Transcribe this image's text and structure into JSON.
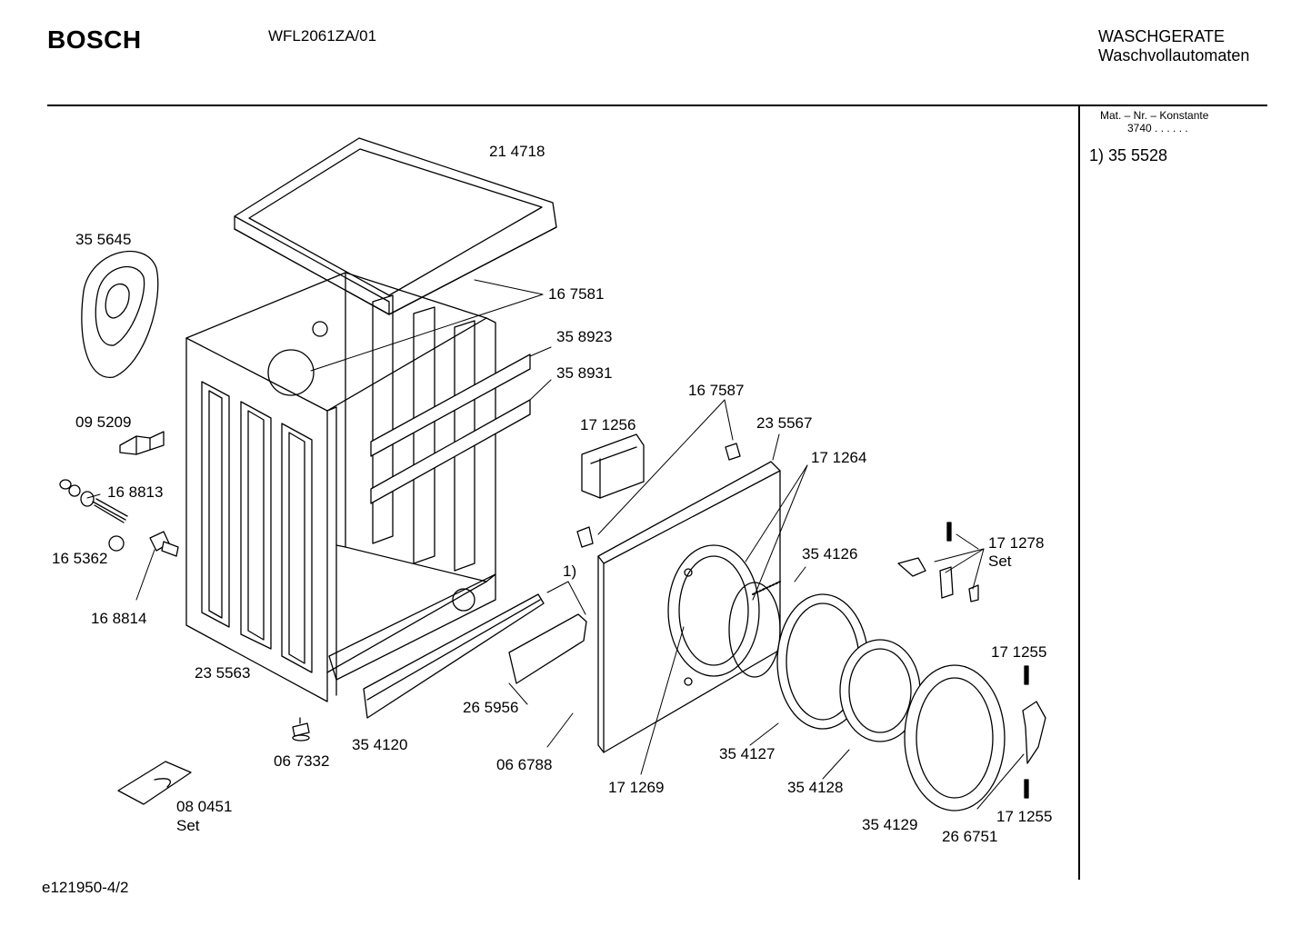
{
  "header": {
    "brand": "BOSCH",
    "model": "WFL2061ZA/01",
    "category_line1": "WASCHGERATE",
    "category_line2": "Waschvollautomaten"
  },
  "sidebar": {
    "mat_line1": "Mat. – Nr. – Konstante",
    "mat_line2": "3740  .  .  .  .  .  .",
    "note": "1)  35 5528"
  },
  "footer": {
    "code": "e121950-4/2"
  },
  "parts": [
    {
      "id": "p214718",
      "label": "21 4718"
    },
    {
      "id": "p355645",
      "label": "35 5645"
    },
    {
      "id": "p167581",
      "label": "16 7581"
    },
    {
      "id": "p358923",
      "label": "35 8923"
    },
    {
      "id": "p358931",
      "label": "35 8931"
    },
    {
      "id": "p095209",
      "label": "09 5209"
    },
    {
      "id": "p167587",
      "label": "16 7587"
    },
    {
      "id": "p171256",
      "label": "17 1256"
    },
    {
      "id": "p235567",
      "label": "23 5567"
    },
    {
      "id": "p171264",
      "label": "17 1264"
    },
    {
      "id": "p168813",
      "label": "16 8813"
    },
    {
      "id": "p165362",
      "label": "16 5362"
    },
    {
      "id": "p168814",
      "label": "16 8814"
    },
    {
      "id": "pnote1",
      "label": "1)"
    },
    {
      "id": "p354126",
      "label": "35 4126"
    },
    {
      "id": "p171278",
      "label": "17 1278"
    },
    {
      "id": "pset1",
      "label": "Set"
    },
    {
      "id": "p171255a",
      "label": "17 1255"
    },
    {
      "id": "p235563",
      "label": "23 5563"
    },
    {
      "id": "p265956",
      "label": "26 5956"
    },
    {
      "id": "p354120",
      "label": "35 4120"
    },
    {
      "id": "p067332",
      "label": "06 7332"
    },
    {
      "id": "p066788",
      "label": "06 6788"
    },
    {
      "id": "p354127",
      "label": "35 4127"
    },
    {
      "id": "p171269",
      "label": "17 1269"
    },
    {
      "id": "p354128",
      "label": "35 4128"
    },
    {
      "id": "p080451",
      "label": "08 0451"
    },
    {
      "id": "pset2",
      "label": "Set"
    },
    {
      "id": "p171255b",
      "label": "17 1255"
    },
    {
      "id": "p354129",
      "label": "35 4129"
    },
    {
      "id": "p266751",
      "label": "26 6751"
    }
  ]
}
